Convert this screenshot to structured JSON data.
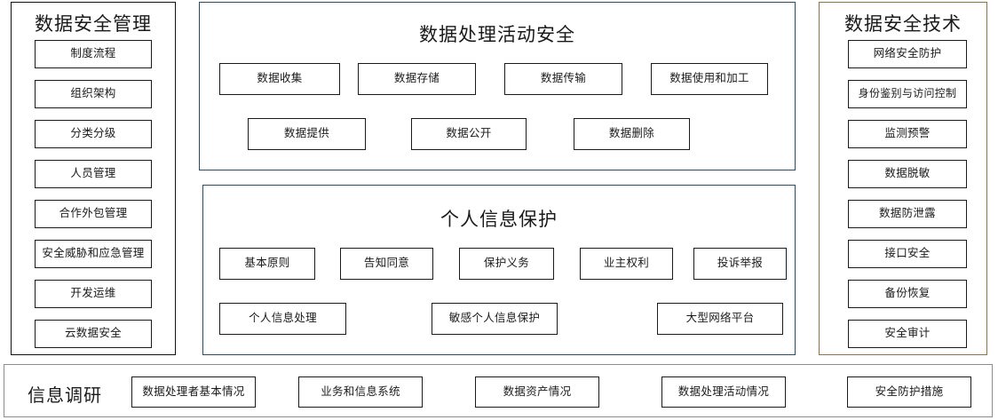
{
  "diagram": {
    "title_hidden": "",
    "colors": {
      "panel_management_border": "#111111",
      "panel_processing_border": "#2b4a63",
      "panel_personal_border": "#2b4a63",
      "panel_tech_border": "#8a7441",
      "panel_survey_border": "#8c8c8c",
      "item_border": "#1a1a1a",
      "background": "#ffffff",
      "text": "#1a1a1a"
    }
  },
  "panel_management": {
    "title": "数据安全管理",
    "items": [
      {
        "label": "制度流程"
      },
      {
        "label": "组织架构"
      },
      {
        "label": "分类分级"
      },
      {
        "label": "人员管理"
      },
      {
        "label": "合作外包管理"
      },
      {
        "label": "安全威胁和应急管理"
      },
      {
        "label": "开发运维"
      },
      {
        "label": "云数据安全"
      }
    ]
  },
  "panel_processing": {
    "title": "数据处理活动安全",
    "row1": [
      {
        "label": "数据收集"
      },
      {
        "label": "数据存储"
      },
      {
        "label": "数据传输"
      },
      {
        "label": "数据使用和加工"
      }
    ],
    "row2": [
      {
        "label": "数据提供"
      },
      {
        "label": "数据公开"
      },
      {
        "label": "数据删除"
      }
    ]
  },
  "panel_personal": {
    "title": "个人信息保护",
    "row1": [
      {
        "label": "基本原则"
      },
      {
        "label": "告知同意"
      },
      {
        "label": "保护义务"
      },
      {
        "label": "业主权利"
      },
      {
        "label": "投诉举报"
      }
    ],
    "row2": [
      {
        "label": "个人信息处理"
      },
      {
        "label": "敏感个人信息保护"
      },
      {
        "label": "大型网络平台"
      }
    ]
  },
  "panel_tech": {
    "title": "数据安全技术",
    "items": [
      {
        "label": "网络安全防护"
      },
      {
        "label": "身份鉴别与访问控制"
      },
      {
        "label": "监测预警"
      },
      {
        "label": "数据脱敏"
      },
      {
        "label": "数据防泄露"
      },
      {
        "label": "接口安全"
      },
      {
        "label": "备份恢复"
      },
      {
        "label": "安全审计"
      }
    ]
  },
  "panel_survey": {
    "title": "信息调研",
    "items": [
      {
        "label": "数据处理者基本情况"
      },
      {
        "label": "业务和信息系统"
      },
      {
        "label": "数据资产情况"
      },
      {
        "label": "数据处理活动情况"
      },
      {
        "label": "安全防护措施"
      }
    ]
  }
}
